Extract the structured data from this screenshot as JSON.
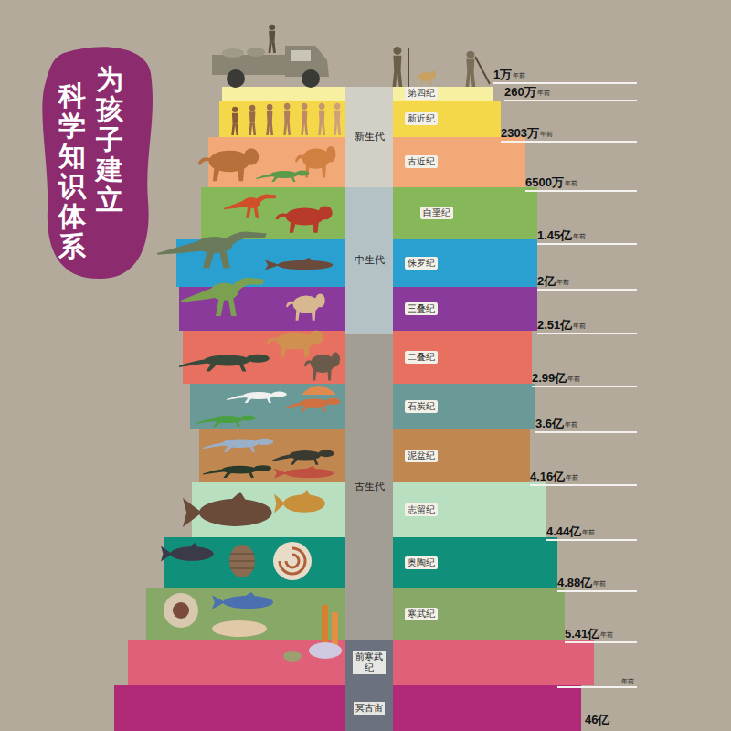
{
  "diagram": {
    "nodes": [
      {
        "text": [
          "新生代"
        ]
      },
      {
        "text": [
          "第四纪"
        ]
      },
      {
        "text": [
          "新近纪"
        ]
      },
      {
        "text": [
          "古近纪"
        ]
      },
      {
        "text": [
          "中生代"
        ]
      },
      {
        "text": [
          "白垩纪"
        ]
      },
      {
        "text": [
          "侏罗纪"
        ]
      },
      {
        "text": [
          "三叠纪"
        ]
      },
      {
        "text": [
          "古生代"
        ]
      },
      {
        "text": [
          "二叠纪"
        ]
      },
      {
        "text": [
          "石炭纪"
        ]
      },
      {
        "text": [
          "泥盆纪"
        ]
      },
      {
        "text": [
          "志留纪"
        ]
      },
      {
        "text": [
          "奥陶纪"
        ]
      },
      {
        "text": [
          "寒武纪"
        ]
      },
      {
        "text": [
          "前寒武纪"
        ]
      },
      {
        "text": [
          "冥古宙"
        ]
      }
    ],
    "labels": [
      "为孩子建立",
      "科学知识体系",
      "1万",
      "年前",
      "260万",
      "年前",
      "2303万",
      "年前",
      "6500万",
      "年前",
      "1.45亿",
      "年前",
      "2亿",
      "年前",
      "2.51亿",
      "年前",
      "2.99亿",
      "年前",
      "3.6亿",
      "年前",
      "4.16亿",
      "年前",
      "4.44亿",
      "年前",
      "4.88亿",
      "年前",
      "5.41亿",
      "年前",
      "年前",
      "46亿"
    ]
  }
}
